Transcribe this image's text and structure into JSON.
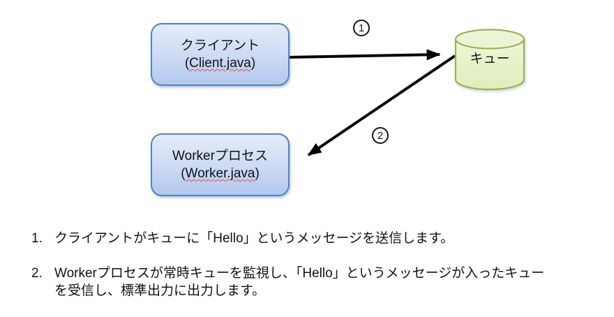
{
  "diagram": {
    "client": {
      "title": "クライアント",
      "paren_open": "(",
      "file": "Client.java",
      "paren_close": ")"
    },
    "worker": {
      "title": "Workerプロセス",
      "paren_open": "(",
      "file": "Worker.java",
      "paren_close": ")"
    },
    "queue": {
      "label": "キュー"
    },
    "step_badges": [
      {
        "number": "1"
      },
      {
        "number": "2"
      }
    ],
    "arrows": [
      {
        "name": "client-to-queue",
        "step": "1"
      },
      {
        "name": "queue-to-worker",
        "step": "2"
      }
    ]
  },
  "notes": {
    "items": [
      {
        "number": "1.",
        "lines": [
          "クライアントがキューに「Hello」というメッセージを送信します。"
        ]
      },
      {
        "number": "2.",
        "lines": [
          "Workerプロセスが常時キューを監視し、「Hello」というメッセージが入ったキュー",
          "を受信し、標準出力に出力します。"
        ]
      }
    ]
  },
  "colors": {
    "node_border": "#5082c0",
    "node_fill_top": "#e4ecf9",
    "node_fill_bottom": "#b2c8ee",
    "cylinder_border": "#95ae4c",
    "cylinder_fill_top": "#ecf4d6",
    "cylinder_fill_bottom": "#dfedba",
    "arrow": "#000000",
    "spellcheck_underline": "#e0524a",
    "text": "#111111",
    "background": "#ffffff"
  }
}
